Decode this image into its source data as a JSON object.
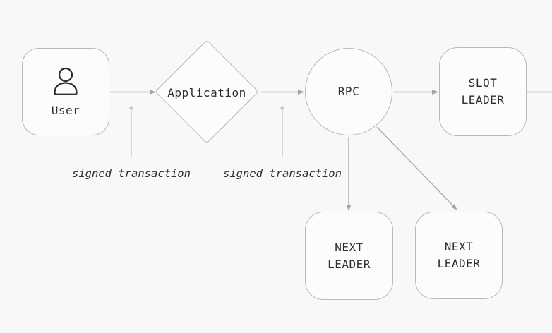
{
  "diagram": {
    "description": "transaction flow diagram",
    "colors": {
      "bg": "#f8f8f8",
      "node-fill": "#fcfcfc",
      "node-border": "#b9b9b9",
      "line": "#ababab",
      "leader": "#c9c9c9",
      "text": "#2d2d2d"
    },
    "nodes": {
      "user": {
        "label": "User",
        "shape": "rounded-square",
        "icon": "person-icon"
      },
      "application": {
        "label": "Application",
        "shape": "diamond"
      },
      "rpc": {
        "label": "RPC",
        "shape": "circle"
      },
      "slot_leader": {
        "label": "SLOT\nLEADER",
        "shape": "rounded-square"
      },
      "next_leader_1": {
        "label": "NEXT\nLEADER",
        "shape": "rounded-square"
      },
      "next_leader_2": {
        "label": "NEXT\nLEADER",
        "shape": "rounded-square"
      }
    },
    "edges": [
      {
        "from": "user",
        "to": "application",
        "arrow": true
      },
      {
        "from": "application",
        "to": "rpc",
        "arrow": true
      },
      {
        "from": "rpc",
        "to": "slot_leader",
        "arrow": true
      },
      {
        "from": "slot_leader",
        "to": "offscreen-right",
        "arrow": false
      },
      {
        "from": "rpc",
        "to": "next_leader_1",
        "arrow": true
      },
      {
        "from": "rpc",
        "to": "next_leader_2",
        "arrow": true
      }
    ],
    "annotations": [
      {
        "text": "signed transaction",
        "points_at": "edge user-application"
      },
      {
        "text": "signed transaction",
        "points_at": "edge application-rpc"
      }
    ]
  }
}
